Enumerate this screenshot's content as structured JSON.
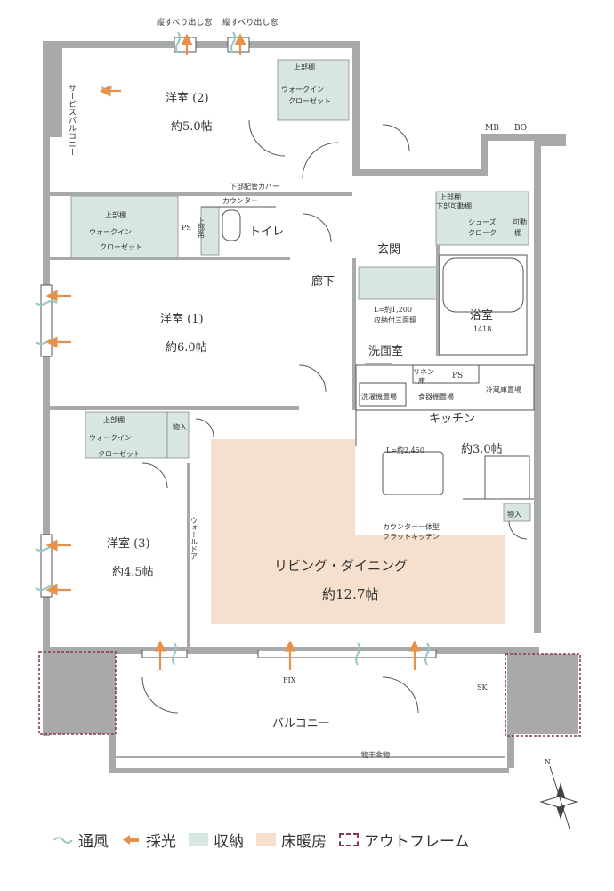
{
  "colors": {
    "wall": "#a7aaa9",
    "floor_heating": "#f6dfcc",
    "storage": "#d7e6df",
    "light_arrow": "#e8914c",
    "wind": "#98c7c7",
    "outframe": "#8a3a4a"
  },
  "top_windows": [
    "縦すべり出し窓",
    "縦すべり出し窓"
  ],
  "rooms": {
    "service_balcony": "サービスバルコニー",
    "western2": {
      "name": "洋室 (2)",
      "size": "約5.0帖"
    },
    "western1": {
      "name": "洋室 (1)",
      "size": "約6.0帖"
    },
    "western3": {
      "name": "洋室 (3)",
      "size": "約4.5帖"
    },
    "toilet": "トイレ",
    "entrance": "玄関",
    "hallway": "廊下",
    "bath": {
      "name": "浴室",
      "size": "1418"
    },
    "washroom": "洗面室",
    "kitchen": {
      "name": "キッチン",
      "size": "約3.0帖"
    },
    "living": {
      "name": "リビング・ダイニング",
      "size": "約12.7帖"
    },
    "balcony": "バルコニー"
  },
  "labels": {
    "upper_shelf": "上部棚",
    "walk_in_closet_1": "ウォークイン",
    "walk_in_closet_2": "クローゼット",
    "ps": "PS",
    "mb": "MB",
    "bo": "BO",
    "pipe_cover": "下部配管カバー",
    "counter": "カウンター",
    "upper_cabinet_1": "上部吊",
    "upper_cabinet_2": "戸棚",
    "shoes_upper": "上部棚",
    "shoes_lower": "下部可動棚",
    "shoes_closet_1": "シューズ",
    "shoes_closet_2": "クローク",
    "movable_shelf_1": "可動",
    "movable_shelf_2": "棚",
    "mirror_size": "L=約1,200",
    "mirror_desc": "収納付三面鏡",
    "linen_1": "リネン",
    "linen_2": "庫",
    "washer": "洗濯機置場",
    "dish_shelf": "食器棚置場",
    "fridge": "冷蔵庫置場",
    "counter_length": "L=約2,450",
    "storage": "物入",
    "counter_kitchen_1": "カウンター一体型",
    "counter_kitchen_2": "フラットキッチン",
    "wall_door": "ウォールドア",
    "fix": "FIX",
    "sk": "SK",
    "clothes_hanger": "物干金物",
    "north": "N"
  },
  "legend": [
    {
      "icon": "wind-icon",
      "label": "通風"
    },
    {
      "icon": "light-arrow-icon",
      "label": "採光"
    },
    {
      "icon": "storage-swatch",
      "label": "収納"
    },
    {
      "icon": "heating-swatch",
      "label": "床暖房"
    },
    {
      "icon": "outframe-swatch",
      "label": "アウトフレーム"
    }
  ]
}
